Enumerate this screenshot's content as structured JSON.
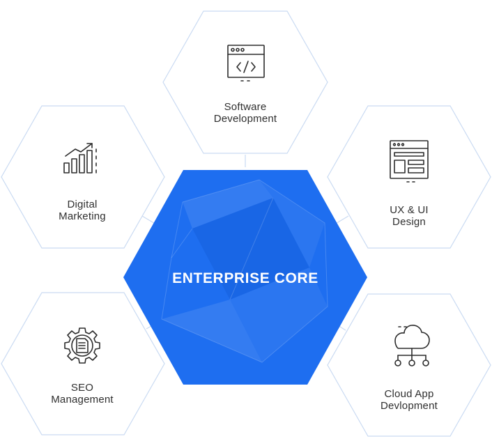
{
  "core": {
    "label": "ENTERPRISE CORE",
    "color": "#1e6ef0"
  },
  "services": [
    {
      "label_line1": "Software",
      "label_line2": "Development",
      "icon": "code-window-icon"
    },
    {
      "label_line1": "Digital",
      "label_line2": "Marketing",
      "icon": "growth-chart-icon"
    },
    {
      "label_line1": "UX & UI",
      "label_line2": "Design",
      "icon": "wireframe-layout-icon"
    },
    {
      "label_line1": "SEO",
      "label_line2": "Management",
      "icon": "gear-document-icon"
    },
    {
      "label_line1": "Cloud App",
      "label_line2": "Devlopment",
      "icon": "cloud-network-icon"
    }
  ],
  "colors": {
    "outline": "#c9daf2",
    "text": "#2f2f2f",
    "icon": "#2b2b2b"
  }
}
